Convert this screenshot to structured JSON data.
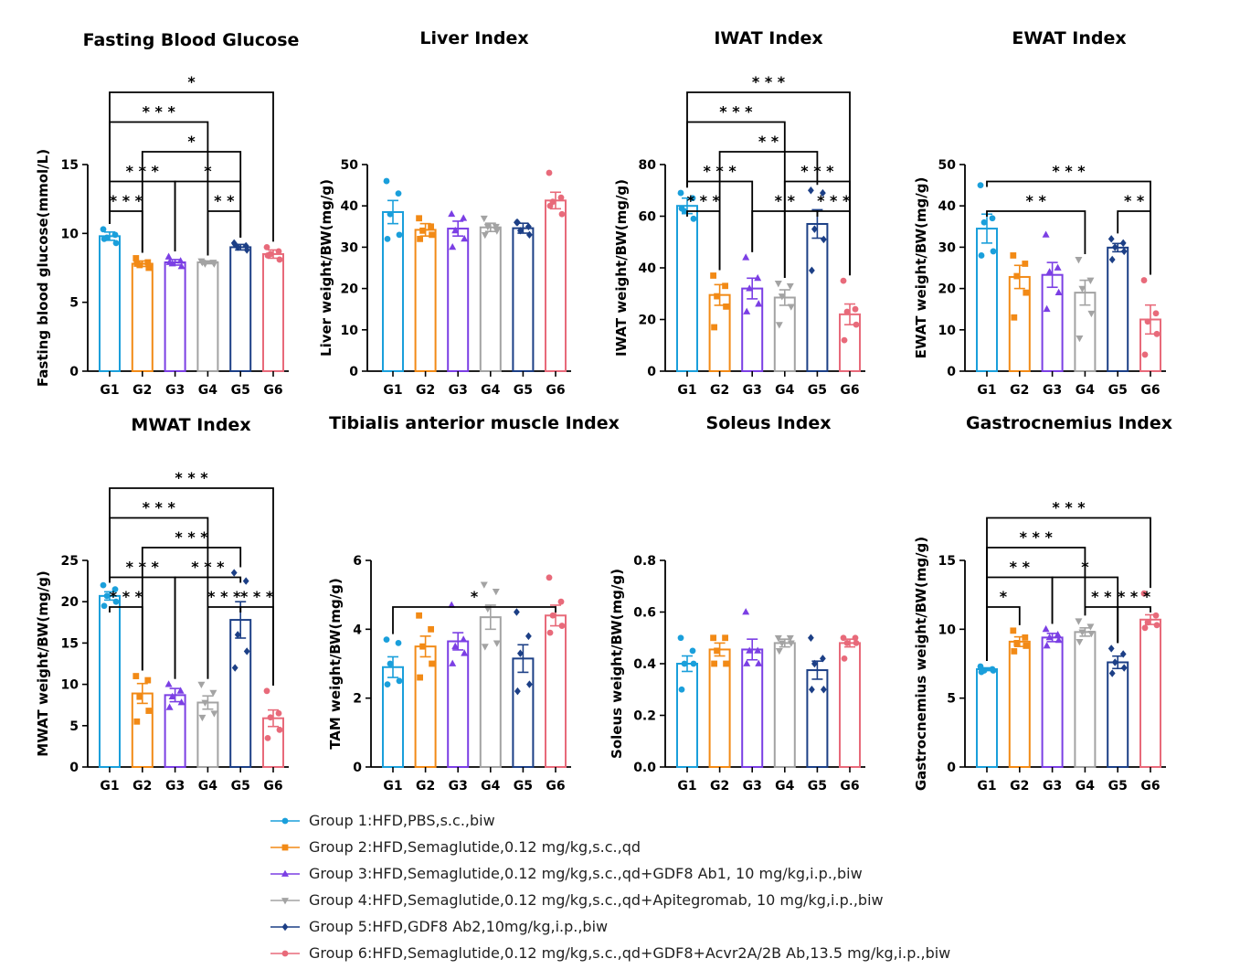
{
  "groups": [
    {
      "id": "G1",
      "color": "#1a9fdb",
      "marker": "circle",
      "legend": "Group 1:HFD,PBS,s.c.,biw"
    },
    {
      "id": "G2",
      "color": "#f28a16",
      "marker": "square",
      "legend": "Group 2:HFD,Semaglutide,0.12 mg/kg,s.c.,qd"
    },
    {
      "id": "G3",
      "color": "#7b3fe4",
      "marker": "triangle-up",
      "legend": "Group 3:HFD,Semaglutide,0.12 mg/kg,s.c.,qd+GDF8 Ab1, 10 mg/kg,i.p.,biw"
    },
    {
      "id": "G4",
      "color": "#a3a3a3",
      "marker": "triangle-down",
      "legend": "Group 4:HFD,Semaglutide,0.12 mg/kg,s.c.,qd+Apitegromab, 10 mg/kg,i.p.,biw"
    },
    {
      "id": "G5",
      "color": "#1c3f86",
      "marker": "diamond",
      "legend": "Group 5:HFD,GDF8 Ab2,10mg/kg,i.p.,biw"
    },
    {
      "id": "G6",
      "color": "#e86a7a",
      "marker": "circle",
      "legend": "Group 6:HFD,Semaglutide,0.12 mg/kg,s.c.,qd+GDF8+Acvr2A/2B Ab,13.5 mg/kg,i.p.,biw"
    }
  ],
  "chart_data": [
    {
      "type": "bar",
      "title": "Fasting Blood Glucose",
      "ylabel": "Fasting blood glucose(mmol/L)",
      "categories": [
        "G1",
        "G2",
        "G3",
        "G4",
        "G5",
        "G6"
      ],
      "ylim": [
        0,
        15
      ],
      "yticks": [
        0,
        5,
        10,
        15
      ],
      "values": [
        9.8,
        7.8,
        7.9,
        7.9,
        9.0,
        8.5
      ],
      "errors": [
        0.3,
        0.2,
        0.2,
        0.1,
        0.2,
        0.3
      ],
      "points": [
        [
          10.3,
          9.9,
          9.7,
          9.3,
          9.6
        ],
        [
          8.2,
          7.9,
          7.7,
          7.5,
          7.8
        ],
        [
          8.3,
          8.0,
          7.8,
          7.6,
          7.9
        ],
        [
          8.0,
          7.9,
          7.8,
          7.8,
          7.9
        ],
        [
          9.3,
          9.1,
          9.0,
          8.8,
          9.2
        ],
        [
          9.0,
          8.7,
          8.5,
          8.1,
          8.4
        ]
      ],
      "significance": [
        {
          "from": "G1",
          "to": "G6",
          "label": "*"
        },
        {
          "from": "G2",
          "to": "G5",
          "label": "*"
        },
        {
          "from": "G1",
          "to": "G4",
          "label": "* * *"
        },
        {
          "from": "G1",
          "to": "G3",
          "label": "* * *"
        },
        {
          "from": "G3",
          "to": "G5",
          "label": "*"
        },
        {
          "from": "G1",
          "to": "G2",
          "label": "* * *"
        },
        {
          "from": "G4",
          "to": "G5",
          "label": "* *"
        }
      ]
    },
    {
      "type": "bar",
      "title": "Liver Index",
      "ylabel": "Liver weight/BW(mg/g)",
      "categories": [
        "G1",
        "G2",
        "G3",
        "G4",
        "G5",
        "G6"
      ],
      "ylim": [
        0,
        50
      ],
      "yticks": [
        0,
        10,
        20,
        30,
        40,
        50
      ],
      "values": [
        38.5,
        34.2,
        34.5,
        34.8,
        34.6,
        41.3
      ],
      "errors": [
        2.8,
        1.5,
        1.8,
        1.0,
        1.2,
        2.0
      ],
      "points": [
        [
          46,
          43,
          38,
          33,
          32
        ],
        [
          37,
          35,
          34,
          33,
          32
        ],
        [
          38,
          37,
          34,
          32,
          30
        ],
        [
          37,
          35,
          35,
          34,
          33
        ],
        [
          36,
          35,
          34,
          33,
          36
        ],
        [
          48,
          42,
          41,
          38,
          40
        ]
      ],
      "significance": []
    },
    {
      "type": "bar",
      "title": "IWAT Index",
      "ylabel": "IWAT weight/BW(mg/g)",
      "categories": [
        "G1",
        "G2",
        "G3",
        "G4",
        "G5",
        "G6"
      ],
      "ylim": [
        0,
        80
      ],
      "yticks": [
        0,
        20,
        40,
        60,
        80
      ],
      "values": [
        64,
        29.5,
        32,
        28.5,
        57,
        22
      ],
      "errors": [
        3,
        4,
        4,
        3,
        5.5,
        4
      ],
      "points": [
        [
          69,
          67,
          62,
          59,
          63
        ],
        [
          37,
          33,
          29,
          25,
          17
        ],
        [
          44,
          36,
          32,
          26,
          23
        ],
        [
          34,
          33,
          29,
          25,
          18
        ],
        [
          70,
          69,
          55,
          51,
          39
        ],
        [
          35,
          24,
          23,
          18,
          12
        ]
      ],
      "significance": [
        {
          "from": "G1",
          "to": "G6",
          "label": "* * *"
        },
        {
          "from": "G2",
          "to": "G5",
          "label": "* *"
        },
        {
          "from": "G1",
          "to": "G4",
          "label": "* * *"
        },
        {
          "from": "G1",
          "to": "G3",
          "label": "* * *"
        },
        {
          "from": "G4",
          "to": "G6",
          "label": "* * *"
        },
        {
          "from": "G1",
          "to": "G2",
          "label": "* * *"
        },
        {
          "from": "G3",
          "to": "G5",
          "label": "* *"
        },
        {
          "from": "G5",
          "to": "G6",
          "label": "* * *"
        }
      ]
    },
    {
      "type": "bar",
      "title": "EWAT Index",
      "ylabel": "EWAT weight/BW(mg/g)",
      "categories": [
        "G1",
        "G2",
        "G3",
        "G4",
        "G5",
        "G6"
      ],
      "ylim": [
        0,
        50
      ],
      "yticks": [
        0,
        10,
        20,
        30,
        40,
        50
      ],
      "values": [
        34.5,
        22.8,
        23.3,
        19.0,
        29.9,
        12.5
      ],
      "errors": [
        3.5,
        2.8,
        3.0,
        3.0,
        1.0,
        3.5
      ],
      "points": [
        [
          45,
          37,
          36,
          29,
          28
        ],
        [
          28,
          26,
          23,
          19,
          13
        ],
        [
          33,
          25,
          24,
          19,
          15
        ],
        [
          27,
          22,
          20,
          14,
          8
        ],
        [
          32,
          31,
          30,
          29,
          27
        ],
        [
          22,
          14,
          12,
          9,
          4
        ]
      ],
      "significance": [
        {
          "from": "G1",
          "to": "G6",
          "label": "* * *"
        },
        {
          "from": "G1",
          "to": "G4",
          "label": "* *"
        },
        {
          "from": "G5",
          "to": "G6",
          "label": "* *"
        }
      ]
    },
    {
      "type": "bar",
      "title": "MWAT Index",
      "ylabel": "MWAT weight/BW(mg/g)",
      "categories": [
        "G1",
        "G2",
        "G3",
        "G4",
        "G5",
        "G6"
      ],
      "ylim": [
        0,
        25
      ],
      "yticks": [
        0,
        5,
        10,
        15,
        20,
        25
      ],
      "values": [
        20.7,
        8.9,
        8.7,
        7.8,
        17.8,
        5.9
      ],
      "errors": [
        0.5,
        1.2,
        0.8,
        0.8,
        2.2,
        1.0
      ],
      "points": [
        [
          22,
          21.5,
          20.7,
          20,
          19.5
        ],
        [
          11,
          10.5,
          8.5,
          6.8,
          5.5
        ],
        [
          10,
          9.2,
          8.5,
          7.8,
          7.2
        ],
        [
          10,
          9,
          7.8,
          6.5,
          6
        ],
        [
          23.5,
          22.5,
          16,
          14,
          12
        ],
        [
          9.2,
          6.5,
          6,
          4.5,
          3.5
        ]
      ],
      "significance": [
        {
          "from": "G1",
          "to": "G6",
          "label": "* * *"
        },
        {
          "from": "G2",
          "to": "G5",
          "label": "* * *"
        },
        {
          "from": "G1",
          "to": "G4",
          "label": "* * *"
        },
        {
          "from": "G1",
          "to": "G3",
          "label": "* * *"
        },
        {
          "from": "G4",
          "to": "G5",
          "label": "* * *"
        },
        {
          "from": "G1",
          "to": "G2",
          "label": "* * *"
        },
        {
          "from": "G3",
          "to": "G5",
          "label": "* * *"
        },
        {
          "from": "G5",
          "to": "G6",
          "label": "* * *"
        }
      ]
    },
    {
      "type": "bar",
      "title": "Tibialis anterior muscle Index",
      "ylabel": "TAM weight/BW(mg/g)",
      "categories": [
        "G1",
        "G2",
        "G3",
        "G4",
        "G5",
        "G6"
      ],
      "ylim": [
        0,
        6
      ],
      "yticks": [
        0,
        2,
        4,
        6
      ],
      "values": [
        2.9,
        3.5,
        3.65,
        4.35,
        3.15,
        4.4
      ],
      "errors": [
        0.3,
        0.3,
        0.25,
        0.35,
        0.4,
        0.3
      ],
      "points": [
        [
          3.7,
          3.6,
          3.0,
          2.5,
          2.4
        ],
        [
          4.4,
          4.0,
          3.5,
          3.0,
          2.6
        ],
        [
          4.7,
          3.7,
          3.5,
          3.3,
          3.0
        ],
        [
          5.3,
          5.1,
          4.6,
          3.6,
          3.5
        ],
        [
          4.5,
          3.8,
          3.3,
          2.4,
          2.2
        ],
        [
          5.5,
          4.8,
          4.4,
          4.1,
          3.9
        ]
      ],
      "significance": [
        {
          "from": "G1",
          "to": "G6",
          "label": "*"
        }
      ]
    },
    {
      "type": "bar",
      "title": "Soleus Index",
      "ylabel": "Soleus weight/BW(mg/g)",
      "categories": [
        "G1",
        "G2",
        "G3",
        "G4",
        "G5",
        "G6"
      ],
      "ylim": [
        0,
        0.8
      ],
      "yticks": [
        0.0,
        0.2,
        0.4,
        0.6,
        0.8
      ],
      "tick_labels": [
        "0.0",
        "0.2",
        "0.4",
        "0.6",
        "0.8"
      ],
      "values": [
        0.4,
        0.455,
        0.455,
        0.48,
        0.375,
        0.48
      ],
      "errors": [
        0.03,
        0.025,
        0.04,
        0.015,
        0.035,
        0.015
      ],
      "points": [
        [
          0.5,
          0.45,
          0.4,
          0.4,
          0.3
        ],
        [
          0.5,
          0.5,
          0.45,
          0.4,
          0.4
        ],
        [
          0.6,
          0.45,
          0.45,
          0.4,
          0.4
        ],
        [
          0.5,
          0.5,
          0.48,
          0.48,
          0.45
        ],
        [
          0.5,
          0.42,
          0.4,
          0.3,
          0.3
        ],
        [
          0.5,
          0.5,
          0.48,
          0.48,
          0.42
        ]
      ],
      "significance": []
    },
    {
      "type": "bar",
      "title": "Gastrocnemius Index",
      "ylabel": "Gastrocnemius weight/BW(mg/g)",
      "categories": [
        "G1",
        "G2",
        "G3",
        "G4",
        "G5",
        "G6"
      ],
      "ylim": [
        0,
        15
      ],
      "yticks": [
        0,
        5,
        10,
        15
      ],
      "values": [
        7.1,
        9.1,
        9.4,
        9.8,
        7.6,
        10.7
      ],
      "errors": [
        0.1,
        0.35,
        0.3,
        0.3,
        0.45,
        0.35
      ],
      "points": [
        [
          7.3,
          7.1,
          7.0,
          7.0,
          6.9
        ],
        [
          9.9,
          9.4,
          9.0,
          8.8,
          8.4
        ],
        [
          10.0,
          9.6,
          9.4,
          9.2,
          8.8
        ],
        [
          10.6,
          10.2,
          9.8,
          9.7,
          9.1
        ],
        [
          8.6,
          8.2,
          7.6,
          7.2,
          6.8
        ],
        [
          12.6,
          11.0,
          10.5,
          10.3,
          10.1
        ]
      ],
      "significance": [
        {
          "from": "G1",
          "to": "G6",
          "label": "* * *"
        },
        {
          "from": "G1",
          "to": "G4",
          "label": "* * *"
        },
        {
          "from": "G4",
          "to": "G5",
          "label": "* *"
        },
        {
          "from": "G1",
          "to": "G3",
          "label": "* *"
        },
        {
          "from": "G5",
          "to": "G6",
          "label": "* * *"
        },
        {
          "from": "G1",
          "to": "G2",
          "label": "*"
        },
        {
          "from": "G3",
          "to": "G5",
          "label": "*"
        }
      ]
    }
  ]
}
